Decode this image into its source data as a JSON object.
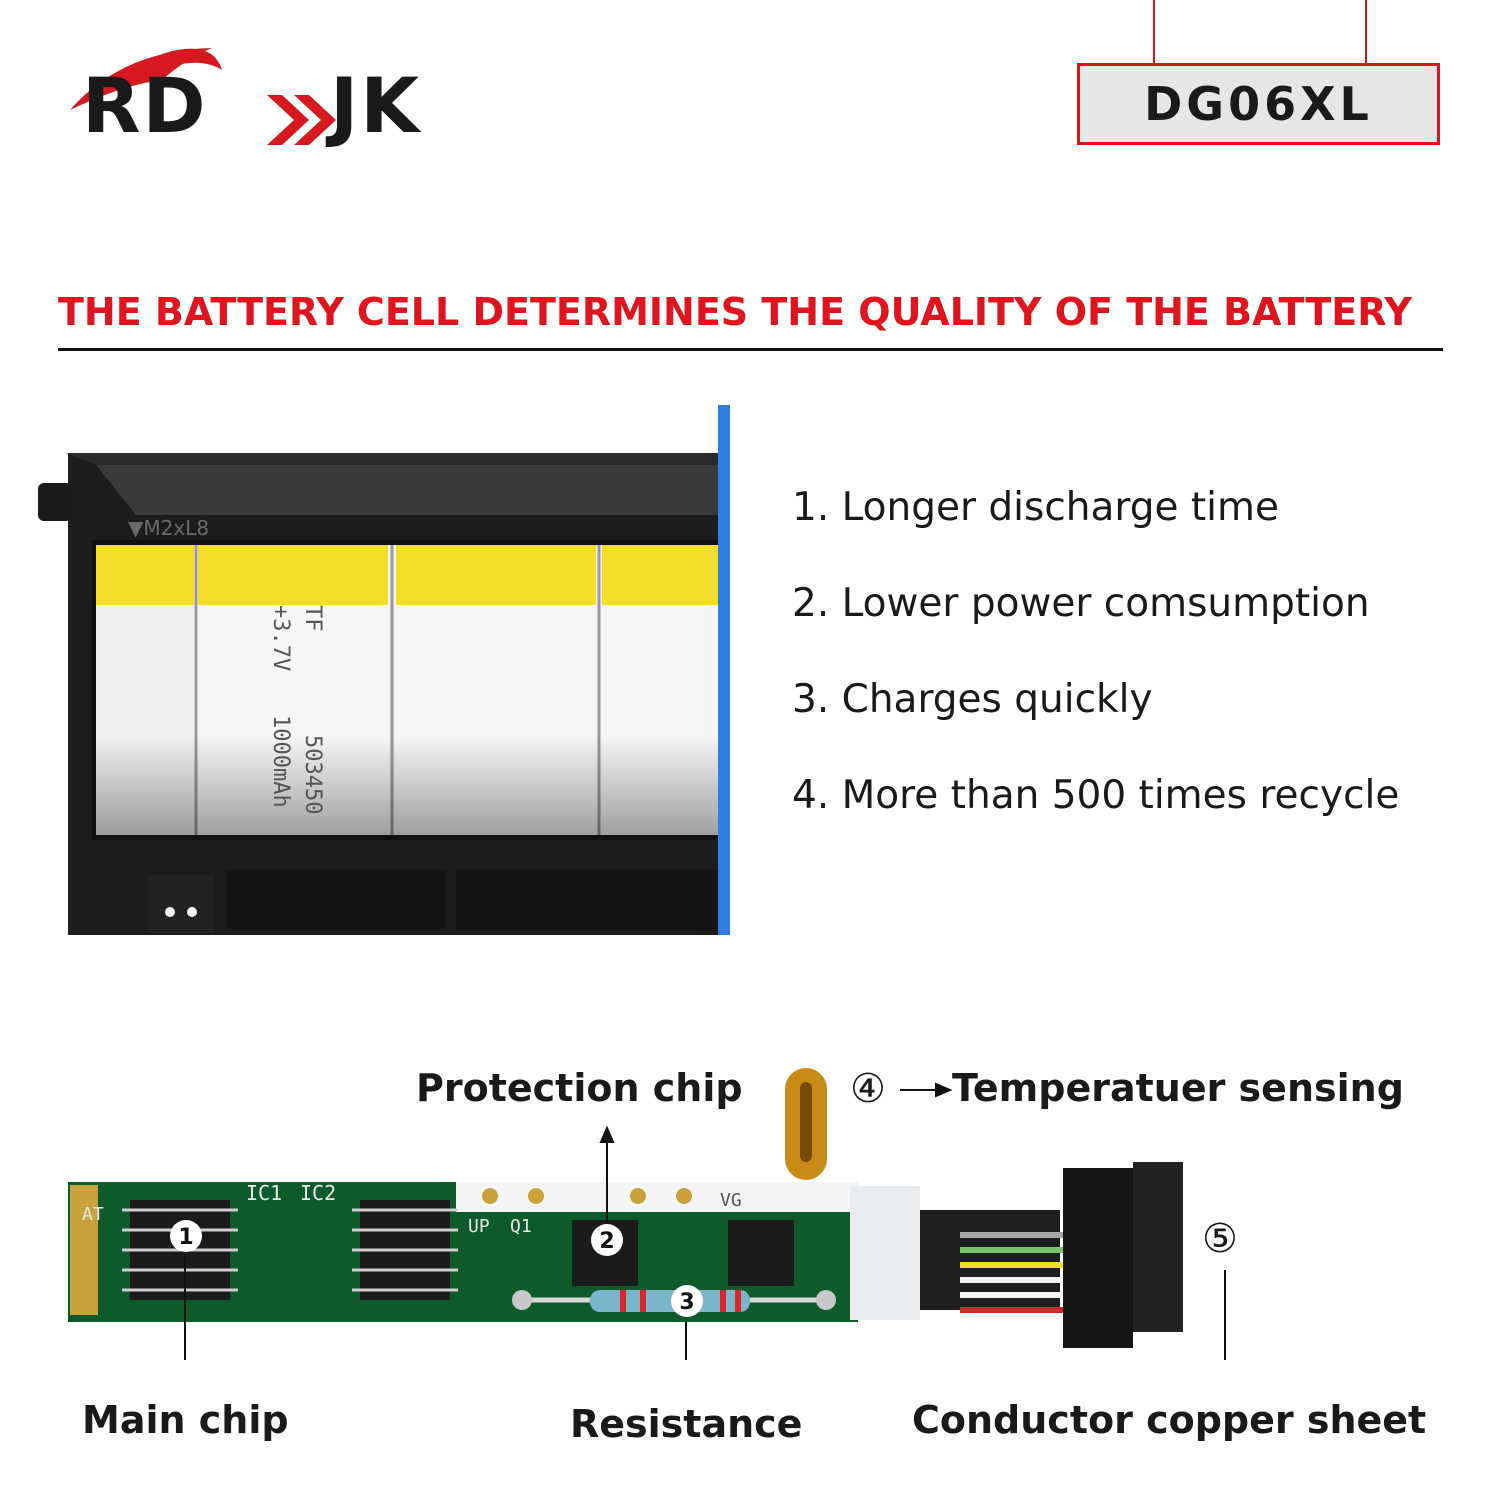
{
  "brand": {
    "logo_left": "RD",
    "logo_right": "JK"
  },
  "model": "DG06XL",
  "headline": "THE BATTERY CELL DETERMINES THE QUALITY OF THE BATTERY",
  "battery_image": {
    "screw_label": "▼M2xL8",
    "cell_labels": [
      "+3.7V",
      "503450",
      "1000mAh",
      "TF"
    ]
  },
  "features": [
    "1. Longer discharge time",
    "2. Lower power comsumption",
    "3. Charges quickly",
    "4. More than 500 times recycle"
  ],
  "board": {
    "labels": {
      "protection_chip": "Protection chip",
      "temperature": "Temperatuer sensing",
      "main_chip": "Main chip",
      "resistance": "Resistance",
      "copper": "Conductor copper sheet"
    },
    "markers": {
      "m1": "1",
      "m2": "2",
      "m3": "3",
      "m4": "④",
      "m5": "⑤"
    },
    "pcb_text": {
      "ic1": "IC1",
      "ic2": "IC2",
      "at": "AT",
      "up": "UP",
      "q1": "Q1",
      "vg": "VG"
    }
  },
  "colors": {
    "accent_red": "#e0141d",
    "pcb_green": "#0f5a2a",
    "battery_black": "#1c1c1c",
    "cell_yellow": "#f2dd2a",
    "edge_blue": "#2f7fe0"
  }
}
